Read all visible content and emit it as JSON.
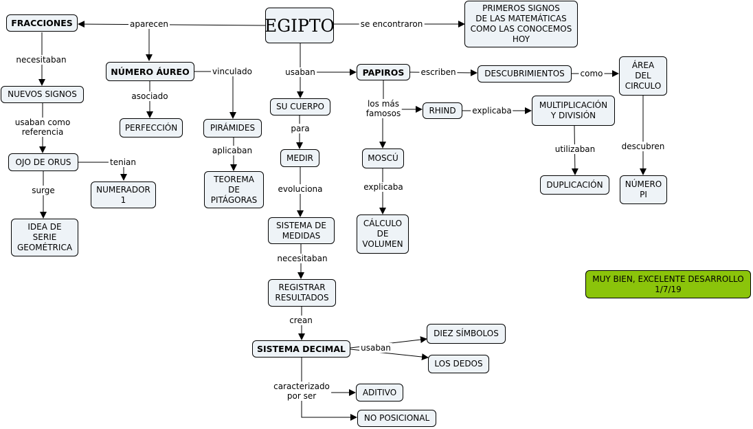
{
  "nodes": {
    "egipto": "EGIPTO",
    "primeros_signos": "PRIMEROS SIGNOS\nDE LAS MATEMÁTICAS\nCOMO LAS CONOCEMOS\nHOY",
    "fracciones": "FRACCIONES",
    "nuevos_signos": "NUEVOS SIGNOS",
    "ojo_de_orus": "OJO DE ORUS",
    "idea_serie": "IDEA DE\nSERIE\nGEOMÉTRICA",
    "numerador": "NUMERADOR\n1",
    "numero_aureo": "NÚMERO ÁUREO",
    "perfeccion": "PERFECCIÓN",
    "piramides": "PIRÁMIDES",
    "teorema": "TEOREMA\nDE\nPITÁGORAS",
    "su_cuerpo": "SU CUERPO",
    "medir": "MEDIR",
    "sistema_medidas": "SISTEMA DE\nMEDIDAS",
    "registrar": "REGISTRAR\nRESULTADOS",
    "sistema_decimal": "SISTEMA DECIMAL",
    "diez_simbolos": "DIEZ SÍMBOLOS",
    "los_dedos": "LOS DEDOS",
    "aditivo": "ADITIVO",
    "no_posicional": "NO POSICIONAL",
    "papiros": "PAPIROS",
    "descubrimientos": "DESCUBRIMIENTOS",
    "area_circulo": "ÁREA\nDEL\nCIRCULO",
    "numero_pi": "NÚMERO\nPI",
    "rhind": "RHIND",
    "multiplicacion": "MULTIPLICACIÓN\nY DIVISIÓN",
    "duplicacion": "DUPLICACIÓN",
    "moscu": "MOSCÚ",
    "calculo_volumen": "CÁLCULO\nDE\nVOLUMEN",
    "comentario": "MUY BIEN, EXCELENTE DESARROLLO\n1/7/19"
  },
  "links": {
    "aparecen": "aparecen",
    "se_encontraron": "se encontraron",
    "necesitaban_1": "necesitaban",
    "usaban_como_referencia": "usaban como\nreferencia",
    "surge": "surge",
    "tenian": "tenian",
    "asociado": "asociado",
    "vinculado": "vinculado",
    "aplicaban": "aplicaban",
    "usaban_1": "usaban",
    "para": "para",
    "evoluciona": "evoluciona",
    "necesitaban_2": "necesitaban",
    "crean": "crean",
    "usaban_2": "usaban",
    "caracterizado_por_ser": "caracterizado\npor ser",
    "escriben": "escriben",
    "como": "como",
    "descubren": "descubren",
    "los_mas_famosos": "los más\nfamosos",
    "explicaba_1": "explicaba",
    "utilizaban": "utilizaban",
    "explicaba_2": "explicaba"
  },
  "colors": {
    "node_fill": "#eef3f7",
    "comment_fill": "#8bc40b"
  }
}
